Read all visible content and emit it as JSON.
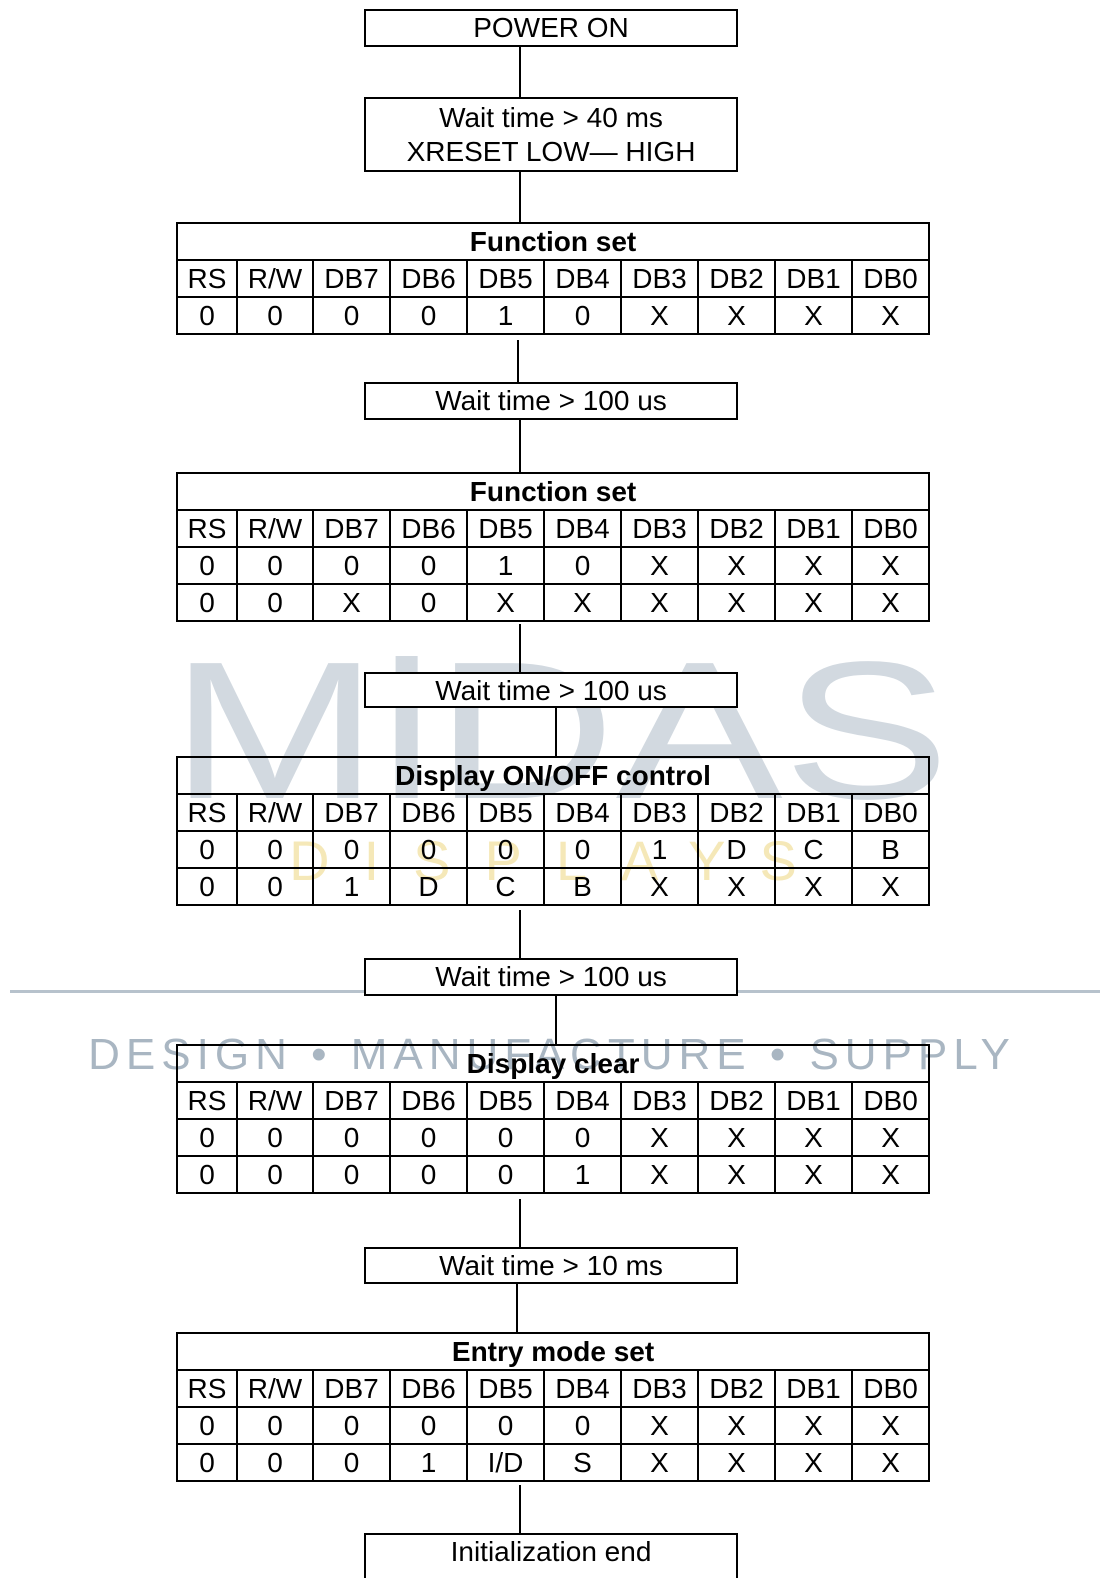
{
  "watermark": {
    "brand": "MiDAS",
    "sub": "DISPLAYS",
    "tagline": "DESIGN • MANUFACTURE • SUPPLY"
  },
  "steps": {
    "power_on": "POWER ON",
    "wait1_line1": "Wait time > 40 ms",
    "wait1_line2": "XRESET LOW— HIGH",
    "wait2": "Wait time > 100 us",
    "wait3": "Wait time > 100 us",
    "wait4": "Wait time > 100 us",
    "wait5": "Wait time > 10 ms",
    "end": "Initialization end"
  },
  "columns": [
    "RS",
    "R/W",
    "DB7",
    "DB6",
    "DB5",
    "DB4",
    "DB3",
    "DB2",
    "DB1",
    "DB0"
  ],
  "tables": [
    {
      "title": "Function set",
      "rows": [
        [
          "0",
          "0",
          "0",
          "0",
          "1",
          "0",
          "X",
          "X",
          "X",
          "X"
        ]
      ]
    },
    {
      "title": "Function set",
      "rows": [
        [
          "0",
          "0",
          "0",
          "0",
          "1",
          "0",
          "X",
          "X",
          "X",
          "X"
        ],
        [
          "0",
          "0",
          "X",
          "0",
          "X",
          "X",
          "X",
          "X",
          "X",
          "X"
        ]
      ]
    },
    {
      "title": "Display ON/OFF control",
      "rows": [
        [
          "0",
          "0",
          "0",
          "0",
          "0",
          "0",
          "1",
          "D",
          "C",
          "B"
        ],
        [
          "0",
          "0",
          "1",
          "D",
          "C",
          "B",
          "X",
          "X",
          "X",
          "X"
        ]
      ]
    },
    {
      "title": "Display clear",
      "rows": [
        [
          "0",
          "0",
          "0",
          "0",
          "0",
          "0",
          "X",
          "X",
          "X",
          "X"
        ],
        [
          "0",
          "0",
          "0",
          "0",
          "0",
          "1",
          "X",
          "X",
          "X",
          "X"
        ]
      ]
    },
    {
      "title": "Entry mode set",
      "rows": [
        [
          "0",
          "0",
          "0",
          "0",
          "0",
          "0",
          "X",
          "X",
          "X",
          "X"
        ],
        [
          "0",
          "0",
          "0",
          "1",
          "I/D",
          "S",
          "X",
          "X",
          "X",
          "X"
        ]
      ]
    }
  ]
}
